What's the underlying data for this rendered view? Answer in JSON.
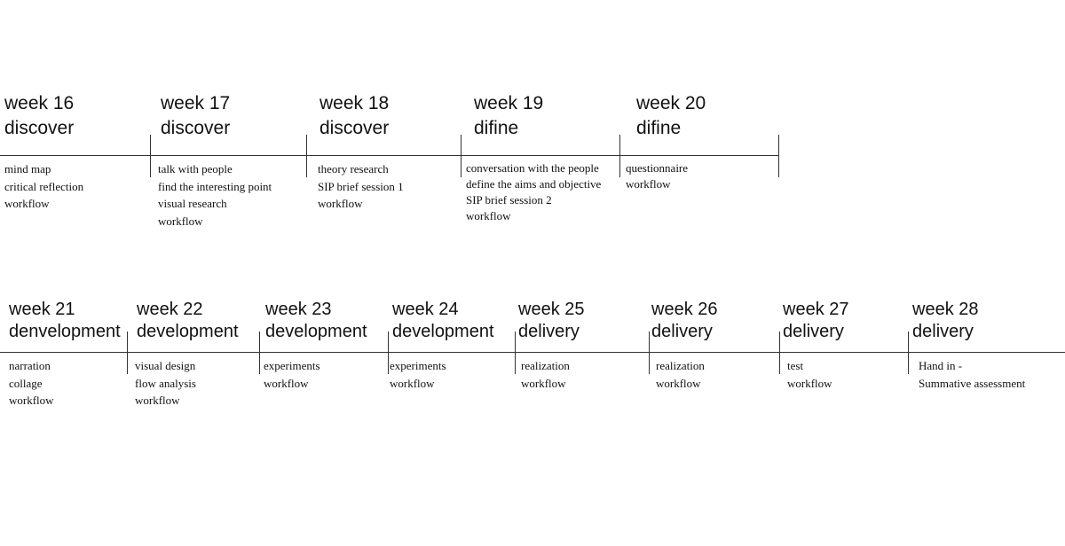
{
  "rows": [
    {
      "weeks": [
        {
          "label": "week 16",
          "phase": "discover",
          "tasks": [
            "mind map",
            "critical reflection",
            "workflow"
          ]
        },
        {
          "label": "week 17",
          "phase": "discover",
          "tasks": [
            "talk with people",
            "find the interesting point",
            "visual research",
            "workflow"
          ]
        },
        {
          "label": "week 18",
          "phase": "discover",
          "tasks": [
            "theory research",
            "SIP brief session 1",
            "workflow"
          ]
        },
        {
          "label": "week 19",
          "phase": "difine",
          "tasks": [
            "conversation with the people",
            "define the aims and objective",
            "SIP brief session 2",
            "workflow"
          ]
        },
        {
          "label": "week 20",
          "phase": "difine",
          "tasks": [
            "questionnaire",
            "workflow"
          ]
        }
      ]
    },
    {
      "weeks": [
        {
          "label": "week 21",
          "phase": "denvelopment",
          "tasks": [
            "narration",
            "collage",
            "workflow"
          ]
        },
        {
          "label": "week 22",
          "phase": "development",
          "tasks": [
            "visual design",
            "flow analysis",
            "workflow"
          ]
        },
        {
          "label": "week 23",
          "phase": "development",
          "tasks": [
            "experiments",
            "workflow"
          ]
        },
        {
          "label": "week 24",
          "phase": "development",
          "tasks": [
            "experiments",
            "workflow"
          ]
        },
        {
          "label": "week 25",
          "phase": "delivery",
          "tasks": [
            "realization",
            "workflow"
          ]
        },
        {
          "label": "week 26",
          "phase": "delivery",
          "tasks": [
            "realization",
            "workflow"
          ]
        },
        {
          "label": "week 27",
          "phase": "delivery",
          "tasks": [
            "test",
            "workflow"
          ]
        },
        {
          "label": "week 28",
          "phase": "delivery",
          "tasks": [
            "Hand in -",
            "Summative assessment"
          ]
        }
      ]
    }
  ]
}
